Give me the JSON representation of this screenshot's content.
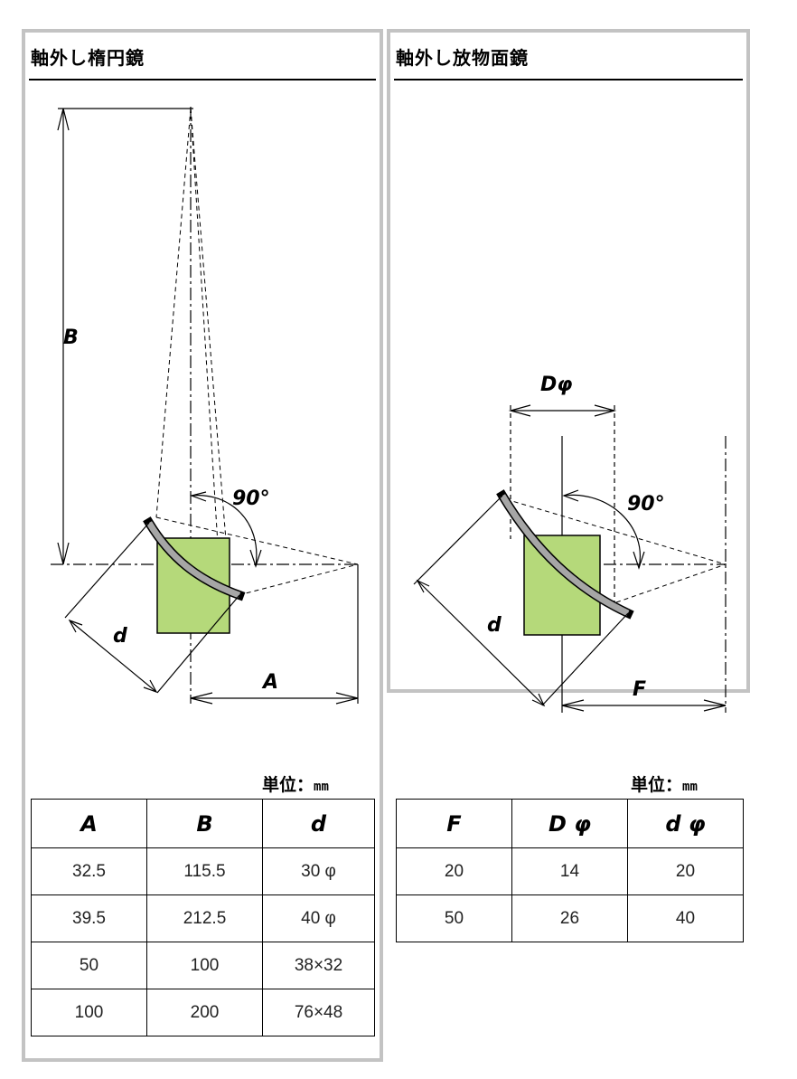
{
  "left": {
    "title": "軸外し楕円鏡",
    "labels": {
      "a": "A",
      "b": "B",
      "d": "d",
      "angle": "90°"
    },
    "unit": {
      "prefix": "単位：",
      "mm": "mm"
    },
    "table": {
      "headers": [
        "A",
        "B",
        "d"
      ],
      "rows": [
        [
          "32.5",
          "115.5",
          "30 φ"
        ],
        [
          "39.5",
          "212.5",
          "40 φ"
        ],
        [
          "50",
          "100",
          "38×32"
        ],
        [
          "100",
          "200",
          "76×48"
        ]
      ]
    }
  },
  "right": {
    "title": "軸外し放物面鏡",
    "labels": {
      "D": "Dφ",
      "d": "d",
      "f": "F",
      "angle": "90°"
    },
    "unit": {
      "prefix": "単位：",
      "mm": "mm"
    },
    "table": {
      "headers": [
        "F",
        "D φ",
        "d φ"
      ],
      "rows": [
        [
          "20",
          "14",
          "20"
        ],
        [
          "50",
          "26",
          "40"
        ]
      ]
    }
  },
  "colors": {
    "panel_border": "#c3c3c3",
    "mirror": "#a6a6a6",
    "block_fill": "#b5d97a"
  }
}
